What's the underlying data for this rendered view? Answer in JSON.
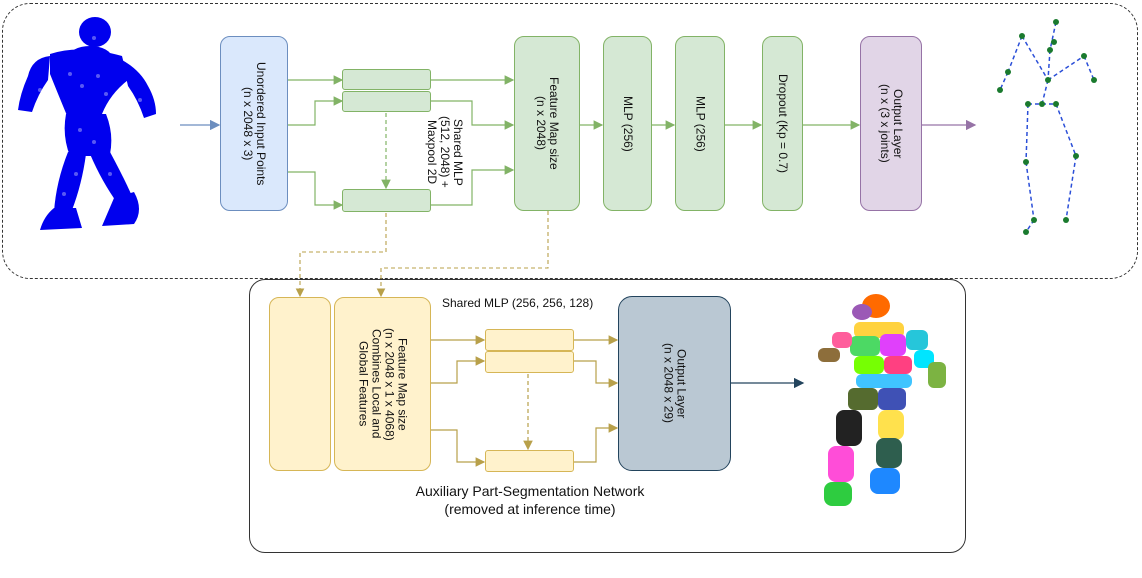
{
  "main_network": {
    "input_box": "Unordered Input Points\n(n x 2048 x 3)",
    "shared_mlp_label": "Shared MLP\n(512, 2048) +\nMaxpool 2D",
    "feature_map": "Feature Map size\n(n x 2048)",
    "mlp1": "MLP (256)",
    "mlp2": "MLP (256)",
    "dropout": "Dropout (Kp = 0.7)",
    "output_layer": "Output Layer\n(n x (3 x joints)"
  },
  "aux_network": {
    "feature_map": "Feature Map size\n(n x 2048 x 1 x 4068)\nCombines Local and\nGlobal Features",
    "shared_mlp_label": "Shared MLP (256, 256, 128)",
    "output_layer": "Output Layer\n(n x 2048 x 29)",
    "title_line1": "Auxiliary Part-Segmentation Network",
    "title_line2": "(removed at inference time)"
  },
  "colors": {
    "input_fill": "#dae8fc",
    "mlp_fill": "#d5e8d4",
    "output_fill": "#e1d5e7",
    "aux_fill": "#fff2cc",
    "aux_output_fill": "#bac8d3",
    "point_cloud": "#0000ee",
    "skeleton_joint": "#1a7a2e",
    "skeleton_bone": "#2b4fd8"
  }
}
